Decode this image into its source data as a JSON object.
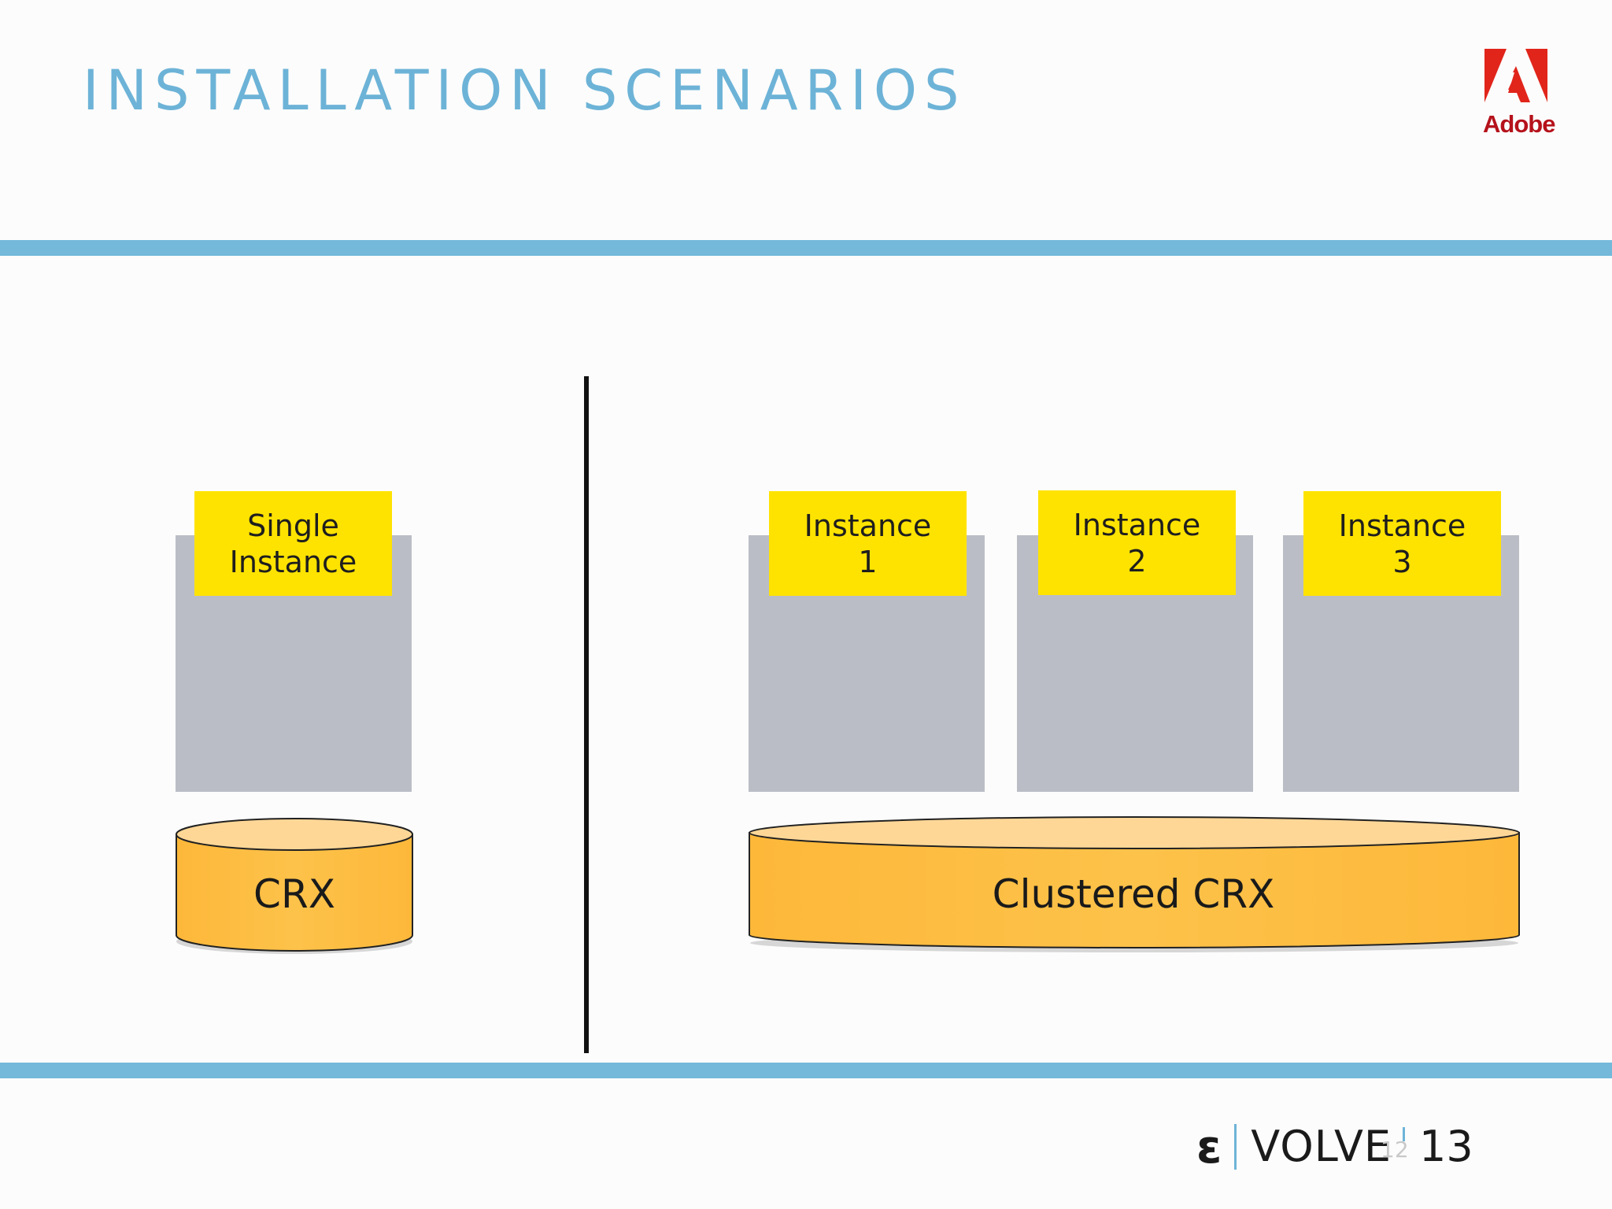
{
  "slide": {
    "title": "INSTALLATION SCENARIOS",
    "brand_logo_text": "Adobe",
    "page_number": "12"
  },
  "left_scenario": {
    "instance_label_line1": "Single",
    "instance_label_line2": "Instance",
    "repository_label": "CRX"
  },
  "right_scenario": {
    "instances": [
      {
        "line1": "Instance",
        "line2": "1"
      },
      {
        "line1": "Instance",
        "line2": "2"
      },
      {
        "line1": "Instance",
        "line2": "3"
      }
    ],
    "repository_label": "Clustered CRX"
  },
  "footer": {
    "event_mark": "ε",
    "event_word": "VOLVE",
    "event_year": "13"
  },
  "colors": {
    "title": "#6db3d7",
    "rule": "#74b9da",
    "server": "#bbbdc6",
    "label_box": "#ffe300",
    "cylinder_body": "#fdbd3f",
    "cylinder_top": "#fed797",
    "adobe_red": "#e1251b"
  }
}
